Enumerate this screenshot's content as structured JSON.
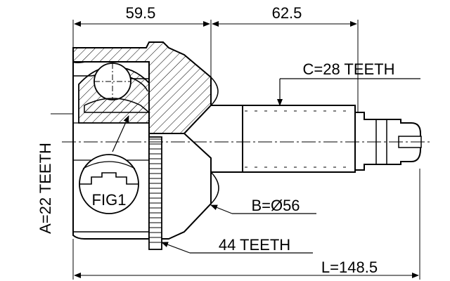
{
  "dimensions": {
    "top_left": "59.5",
    "top_right": "62.5",
    "total_length": "L=148.5"
  },
  "callouts": {
    "inner_spline": "C=28 TEETH",
    "outer_spline": "A=22 TEETH",
    "diameter": "B=Ø56",
    "abs_ring": "44 TEETH",
    "figure": "FIG1"
  },
  "colors": {
    "line": "#000000",
    "background": "#ffffff"
  }
}
